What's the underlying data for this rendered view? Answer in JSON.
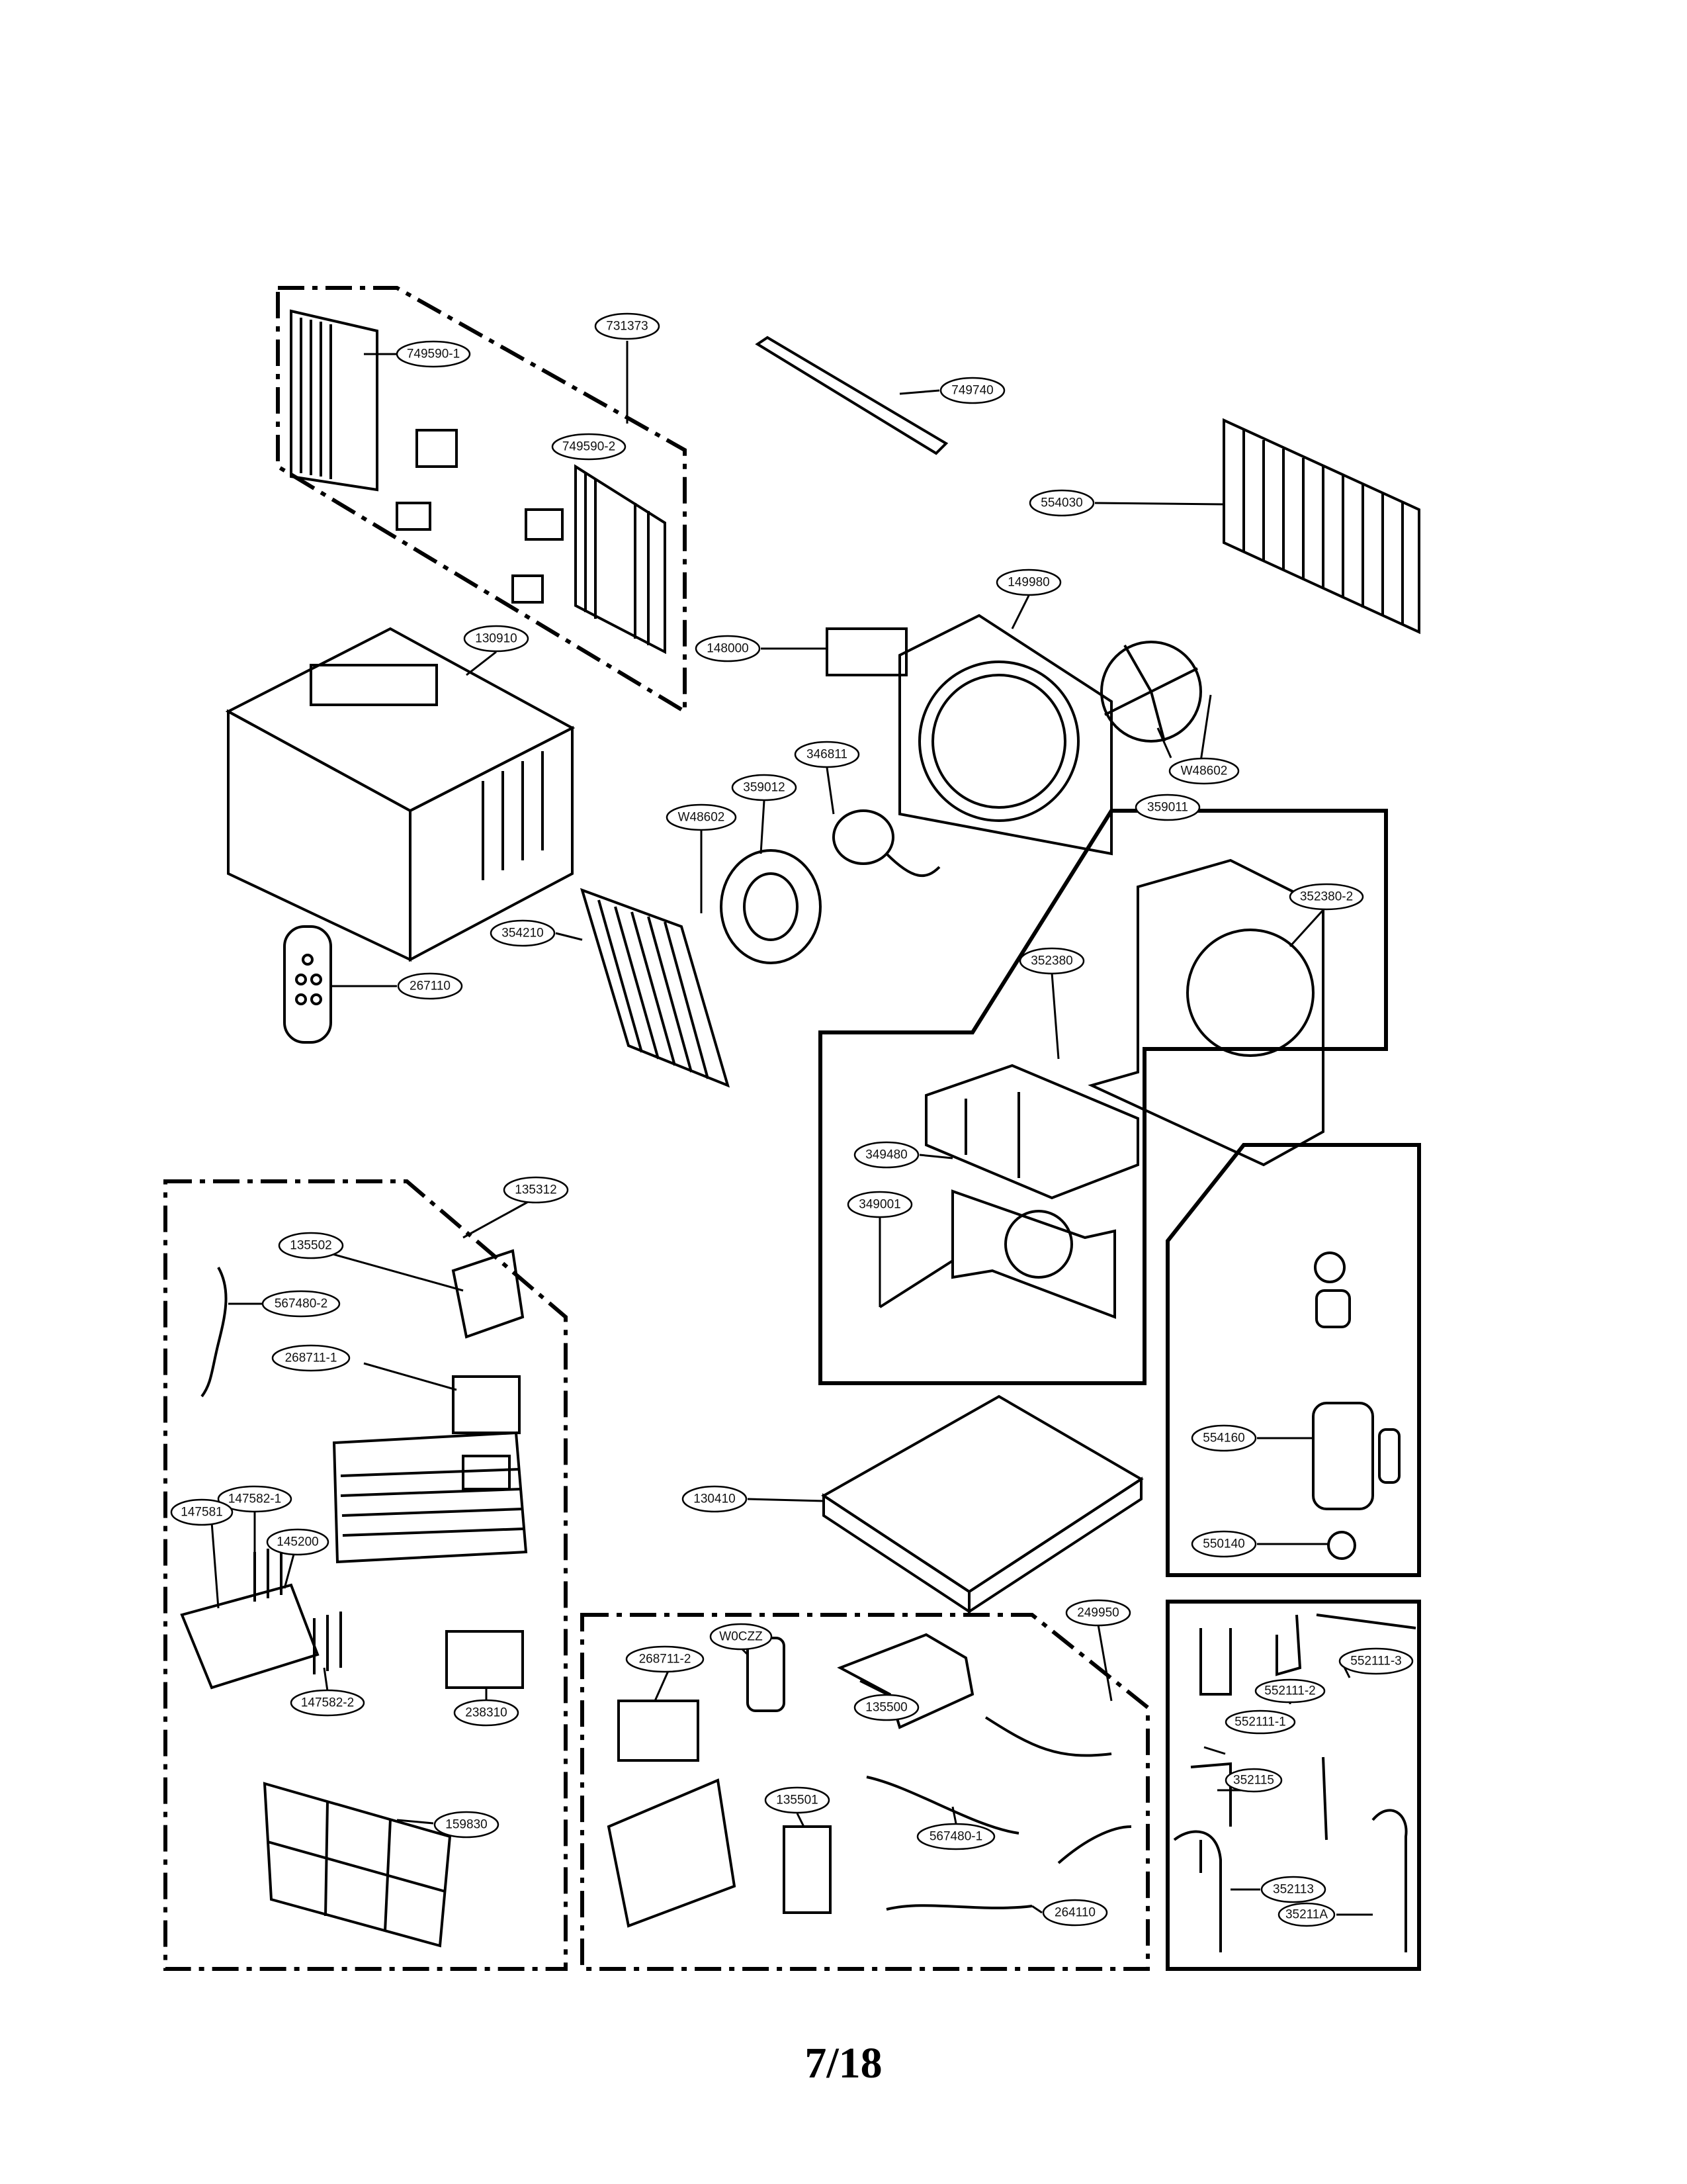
{
  "page": {
    "number": "7/18"
  },
  "parts": {
    "p731373": "731373",
    "p749590_1": "749590-1",
    "p749590_2": "749590-2",
    "p749740": "749740",
    "p554030": "554030",
    "p149980": "149980",
    "p148000": "148000",
    "p130910": "130910",
    "p346811": "346811",
    "p359012": "359012",
    "pW48602a": "W48602",
    "pW48602b": "W48602",
    "p359011": "359011",
    "p352380_2": "352380-2",
    "p352380": "352380",
    "p354210": "354210",
    "p267110": "267110",
    "p349480": "349480",
    "p349001": "349001",
    "p135312": "135312",
    "p135502": "135502",
    "p567480_2": "567480-2",
    "p268711_1": "268711-1",
    "p147582_1": "147582-1",
    "p147581": "147581",
    "p145200": "145200",
    "p147582_2": "147582-2",
    "p238310": "238310",
    "p159830": "159830",
    "p130410": "130410",
    "p554160": "554160",
    "p550140": "550140",
    "p249950": "249950",
    "p268711_2": "268711-2",
    "pW0CZZ": "W0CZZ",
    "p135500": "135500",
    "p135501": "135501",
    "p567480_1": "567480-1",
    "p264110": "264110",
    "p552111_3": "552111-3",
    "p552111_2": "552111-2",
    "p552111_1": "552111-1",
    "p352115": "352115",
    "p352113": "352113",
    "p35211A": "35211A"
  }
}
